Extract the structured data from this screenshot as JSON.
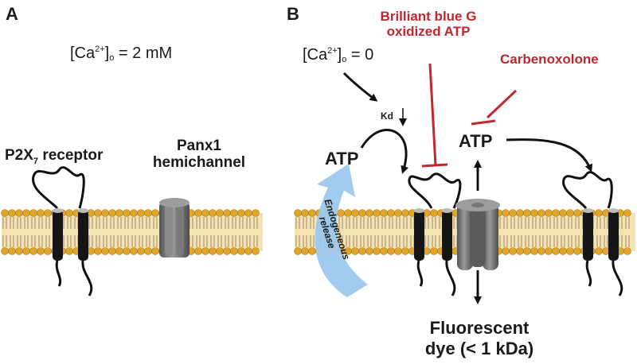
{
  "panel_a": {
    "label": "A",
    "ca_conc": {
      "prefix": "[Ca",
      "charge": "2+",
      "sub": "o",
      "value": "= 2 mM"
    },
    "receptor_label": {
      "main": "P2X",
      "sub": "7",
      "rest": " receptor"
    },
    "hemichannel_label": {
      "line1": "Panx1",
      "line2": "hemichannel"
    }
  },
  "panel_b": {
    "label": "B",
    "ca_conc": {
      "prefix": "[Ca",
      "charge": "2+",
      "sub": "o",
      "value": "= 0"
    },
    "kd_label": "Kd",
    "atp_left": "ATP",
    "atp_center": "ATP",
    "inhibitor_1": {
      "line1": "Brilliant blue G",
      "line2": "oxidized ATP"
    },
    "inhibitor_2": "Carbenoxolone",
    "release_label": {
      "line1": "Endogeneous",
      "line2": "release"
    },
    "dye_label": {
      "line1": "Fluorescent",
      "line2": "dye (< 1 kDa)"
    }
  },
  "colors": {
    "inhibitor": "#c0282d",
    "release_arrow": "#9cc8ee",
    "lipid_head": "#e0a62c",
    "membrane_band": "#f4e3b3",
    "receptor": "#1a1a1a",
    "hemichannel": "#6e6e6e"
  }
}
